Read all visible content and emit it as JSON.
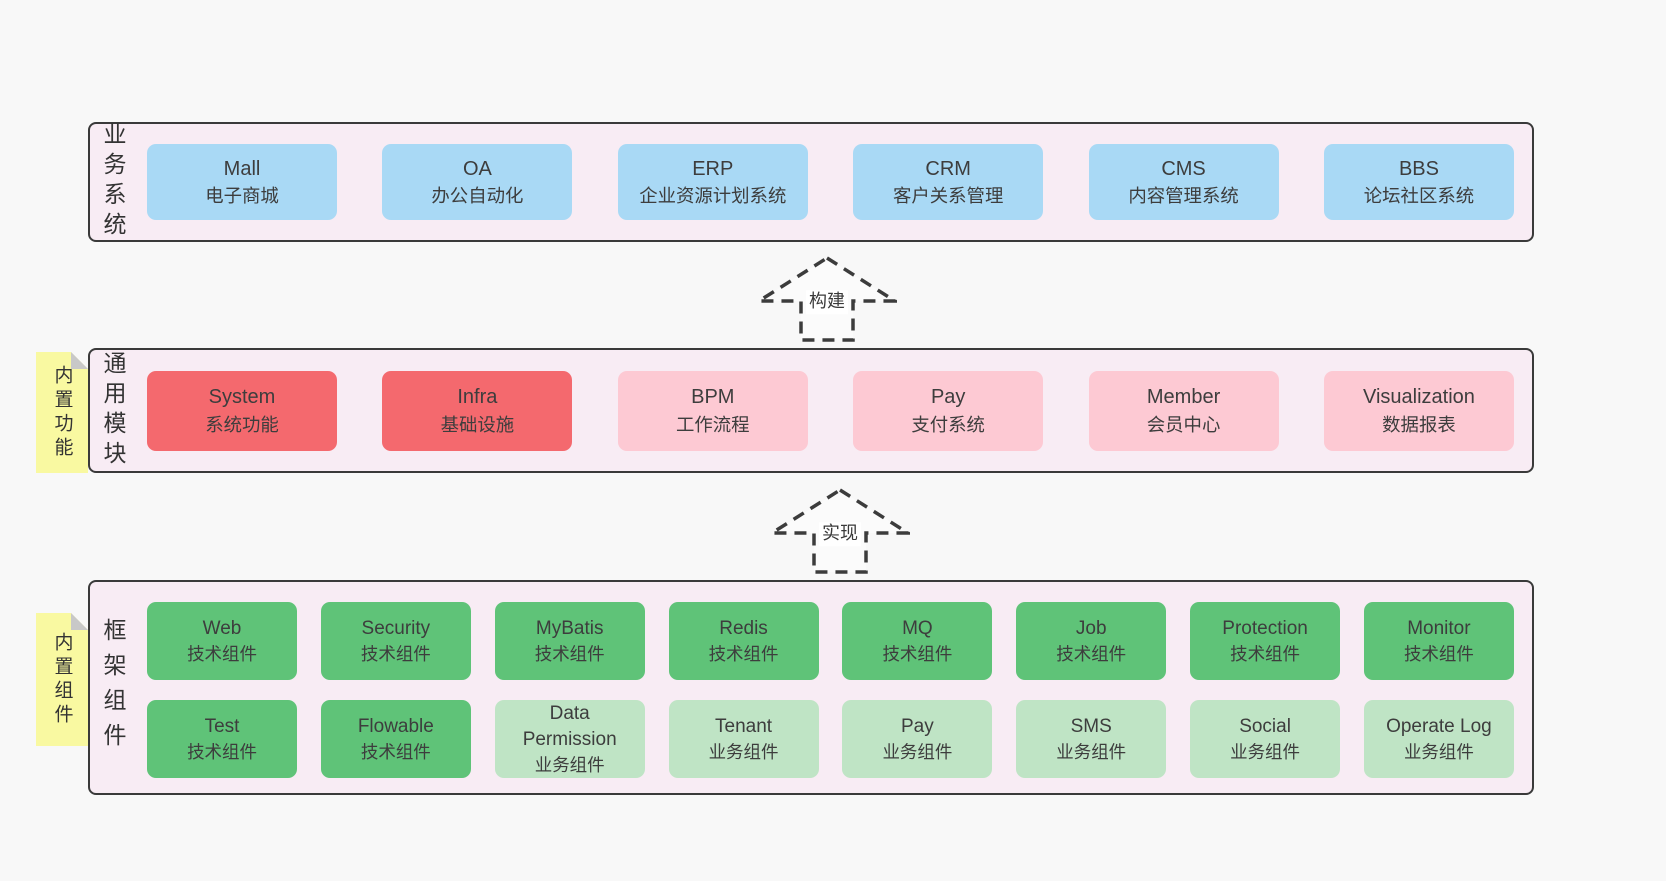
{
  "palette": {
    "page-bg": "#f8f8f8",
    "panel-bg": "#f8ecf4",
    "panel-border": "#3a3a3a",
    "box-blue": "#a9d9f5",
    "box-red": "#f4696e",
    "box-pink": "#fdc9d3",
    "box-green": "#5fc378",
    "box-lightgreen": "#bfe4c5",
    "note-yellow": "#f9f9a1",
    "note-fold": "#c8c8c8",
    "text": "#3d3d3d"
  },
  "sections": {
    "business": {
      "label": "业务系统",
      "boxes": [
        {
          "en": "Mall",
          "zh": "电子商城",
          "variant": "blue"
        },
        {
          "en": "OA",
          "zh": "办公自动化",
          "variant": "blue"
        },
        {
          "en": "ERP",
          "zh": "企业资源计划系统",
          "variant": "blue"
        },
        {
          "en": "CRM",
          "zh": "客户关系管理",
          "variant": "blue"
        },
        {
          "en": "CMS",
          "zh": "内容管理系统",
          "variant": "blue"
        },
        {
          "en": "BBS",
          "zh": "论坛社区系统",
          "variant": "blue"
        }
      ]
    },
    "modules": {
      "label": "通用模块",
      "note": "内置功能",
      "boxes": [
        {
          "en": "System",
          "zh": "系统功能",
          "variant": "red"
        },
        {
          "en": "Infra",
          "zh": "基础设施",
          "variant": "red"
        },
        {
          "en": "BPM",
          "zh": "工作流程",
          "variant": "pink"
        },
        {
          "en": "Pay",
          "zh": "支付系统",
          "variant": "pink"
        },
        {
          "en": "Member",
          "zh": "会员中心",
          "variant": "pink"
        },
        {
          "en": "Visualization",
          "zh": "数据报表",
          "variant": "pink"
        }
      ]
    },
    "components": {
      "label": "框架组件",
      "note": "内置组件",
      "row1": [
        {
          "en": "Web",
          "zh": "技术组件",
          "variant": "green"
        },
        {
          "en": "Security",
          "zh": "技术组件",
          "variant": "green"
        },
        {
          "en": "MyBatis",
          "zh": "技术组件",
          "variant": "green"
        },
        {
          "en": "Redis",
          "zh": "技术组件",
          "variant": "green"
        },
        {
          "en": "MQ",
          "zh": "技术组件",
          "variant": "green"
        },
        {
          "en": "Job",
          "zh": "技术组件",
          "variant": "green"
        },
        {
          "en": "Protection",
          "zh": "技术组件",
          "variant": "green"
        },
        {
          "en": "Monitor",
          "zh": "技术组件",
          "variant": "green"
        }
      ],
      "row2": [
        {
          "en": "Test",
          "zh": "技术组件",
          "variant": "green"
        },
        {
          "en": "Flowable",
          "zh": "技术组件",
          "variant": "green"
        },
        {
          "en": "Data Permission",
          "zh": "业务组件",
          "variant": "lightgreen"
        },
        {
          "en": "Tenant",
          "zh": "业务组件",
          "variant": "lightgreen"
        },
        {
          "en": "Pay",
          "zh": "业务组件",
          "variant": "lightgreen"
        },
        {
          "en": "SMS",
          "zh": "业务组件",
          "variant": "lightgreen"
        },
        {
          "en": "Social",
          "zh": "业务组件",
          "variant": "lightgreen"
        },
        {
          "en": "Operate Log",
          "zh": "业务组件",
          "variant": "lightgreen"
        }
      ]
    }
  },
  "arrows": {
    "build": {
      "label": "构建"
    },
    "implement": {
      "label": "实现"
    }
  }
}
